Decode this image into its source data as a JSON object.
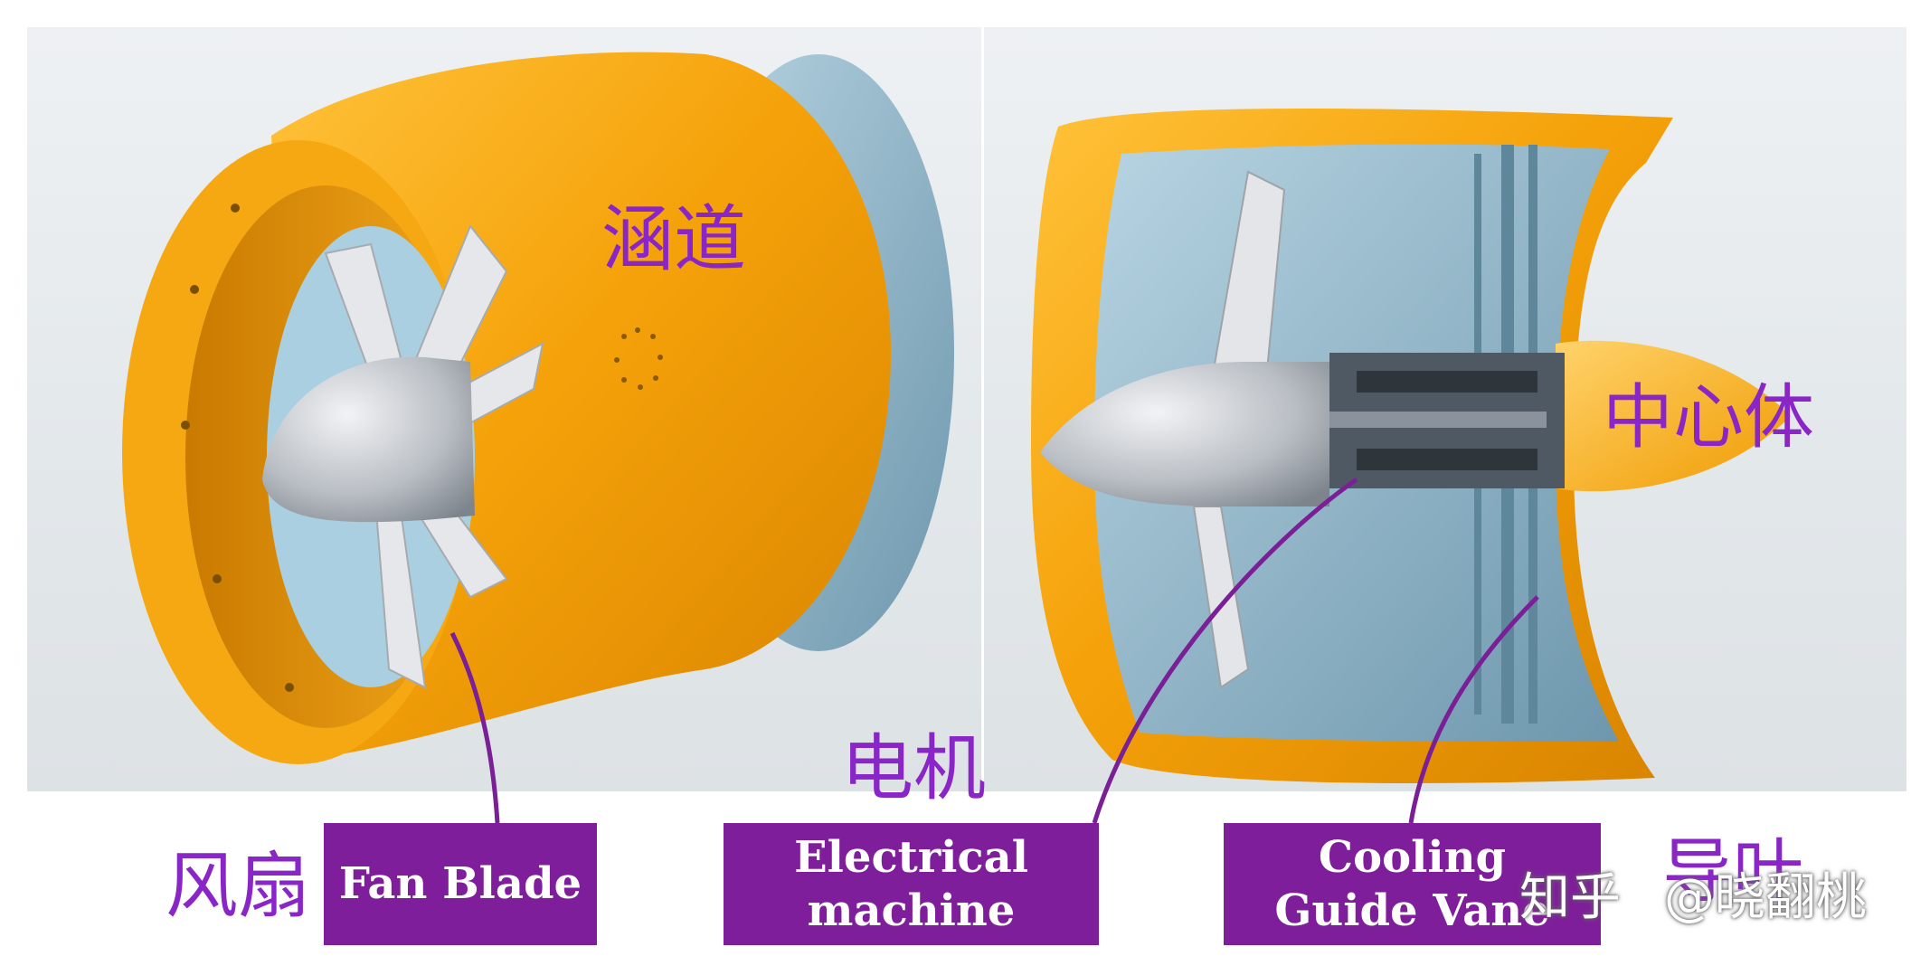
{
  "labels": {
    "duct_cn": "涵道",
    "center_body_cn": "中心体",
    "motor_cn": "电机",
    "fan_cn": "风扇",
    "vane_cn": "导叶",
    "fan_blade_box": "Fan Blade",
    "electrical_machine_box": "Electrical machine",
    "cooling_guide_vane_box": "Cooling Guide Vane"
  },
  "watermark": {
    "site": "知乎",
    "author": "@晓翻桃"
  },
  "colors": {
    "duct_orange": "#f4a60d",
    "duct_orange_dark": "#d98400",
    "steel_blue": "#8fb7cc",
    "label_purple": "#8a26c7",
    "box_purple": "#7e1e9a",
    "leader_line": "#7a1f96"
  }
}
